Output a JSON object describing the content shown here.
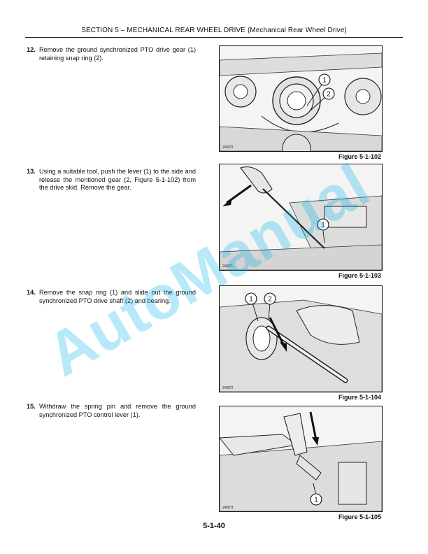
{
  "header": {
    "title": "SECTION 5 – MECHANICAL REAR WHEEL DRIVE (Mechanical Rear Wheel Drive)"
  },
  "steps": [
    {
      "number": "12.",
      "text": "Remove the ground synchronized PTO drive gear (1) retaining snap ring (2)."
    },
    {
      "number": "13.",
      "text": "Using a suitable tool, push the lever (1) to the side and release the mentioned gear (2, Figure 5-1-102) from the drive skid. Remove the gear."
    },
    {
      "number": "14.",
      "text": "Remove the snap ring (1) and slide out the ground synchronized PTO drive shaft (2) and bearing."
    },
    {
      "number": "15.",
      "text": "Withdraw the spring pin and remove the ground synchronized PTO control lever (1)."
    }
  ],
  "figures": [
    {
      "id": "24370",
      "caption": "Figure 5-1-102",
      "callouts": [
        "1",
        "2"
      ]
    },
    {
      "id": "24371",
      "caption": "Figure 5-1-103",
      "callouts": [
        "1"
      ]
    },
    {
      "id": "24372",
      "caption": "Figure 5-1-104",
      "callouts": [
        "1",
        "2"
      ]
    },
    {
      "id": "24373",
      "caption": "Figure 5-1-105",
      "callouts": [
        "1"
      ]
    }
  ],
  "footer": {
    "page_number": "5-1-40"
  },
  "watermark": {
    "text": "AutoManual"
  }
}
